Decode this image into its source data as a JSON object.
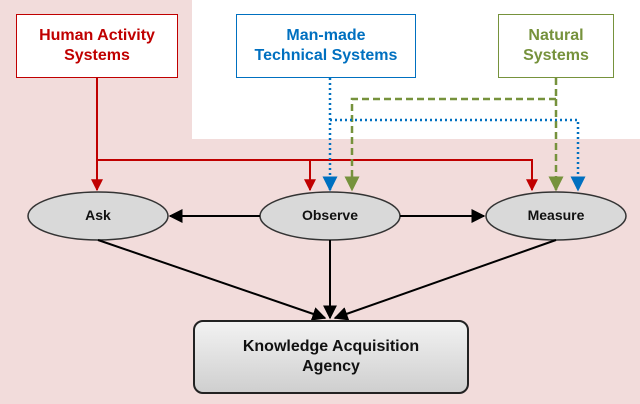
{
  "sources": {
    "human": {
      "label": "Human Activity\nSystems",
      "color": "#c00000"
    },
    "technical": {
      "label": "Man-made\nTechnical Systems",
      "color": "#0070c0"
    },
    "natural": {
      "label": "Natural\nSystems",
      "color": "#76923c"
    }
  },
  "nodes": {
    "ask": "Ask",
    "observe": "Observe",
    "measure": "Measure"
  },
  "agency": {
    "label": "Knowledge Acquisition\nAgency"
  },
  "colors": {
    "region": "#f2dcdb",
    "ellipse_fill": "#d9d9d9",
    "ellipse_stroke": "#333333",
    "black_arrow": "#000000"
  }
}
